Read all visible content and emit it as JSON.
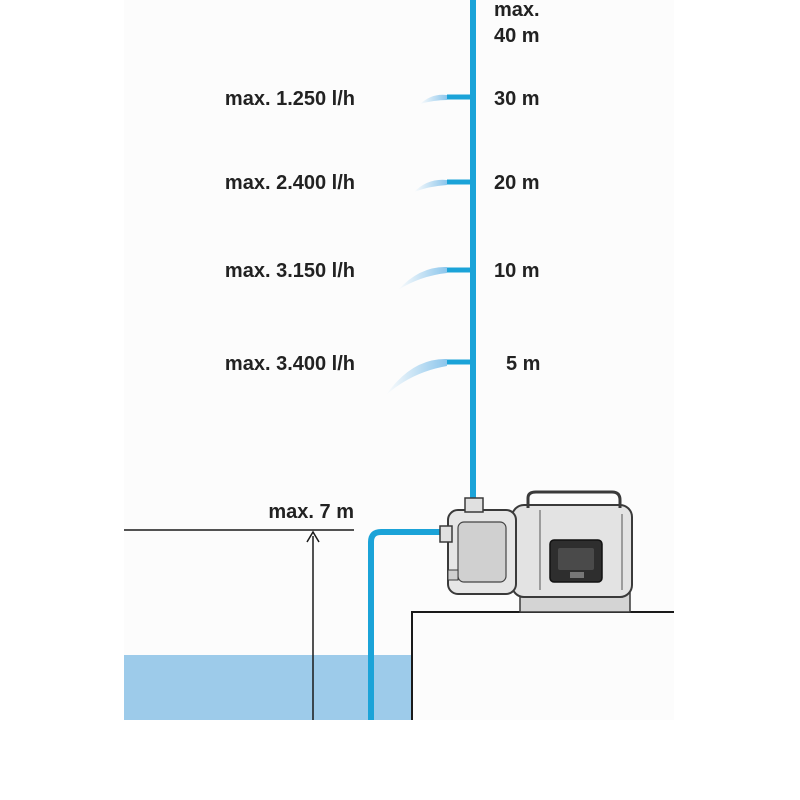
{
  "diagram": {
    "top_height": {
      "line1": "max.",
      "line2": "40 m"
    },
    "levels": [
      {
        "height": "30 m",
        "flow": "max. 1.250 l/h"
      },
      {
        "height": "20 m",
        "flow": "max. 2.400 l/h"
      },
      {
        "height": "10 m",
        "flow": "max. 3.150 l/h"
      },
      {
        "height": "5 m",
        "flow": "max. 3.400 l/h"
      }
    ],
    "suction_height": "max. 7 m",
    "colors": {
      "background_panel": "#fdfdfd",
      "pipe": "#1ba3d8",
      "water": "#9dcbea",
      "spray": "#8cc6ec",
      "pump_body": "#e3e3e3",
      "pump_outline": "#3a3a3a",
      "line": "#1a1a1a"
    },
    "icons": [
      "water-spray-icon",
      "pump-icon",
      "up-arrow-icon"
    ]
  }
}
